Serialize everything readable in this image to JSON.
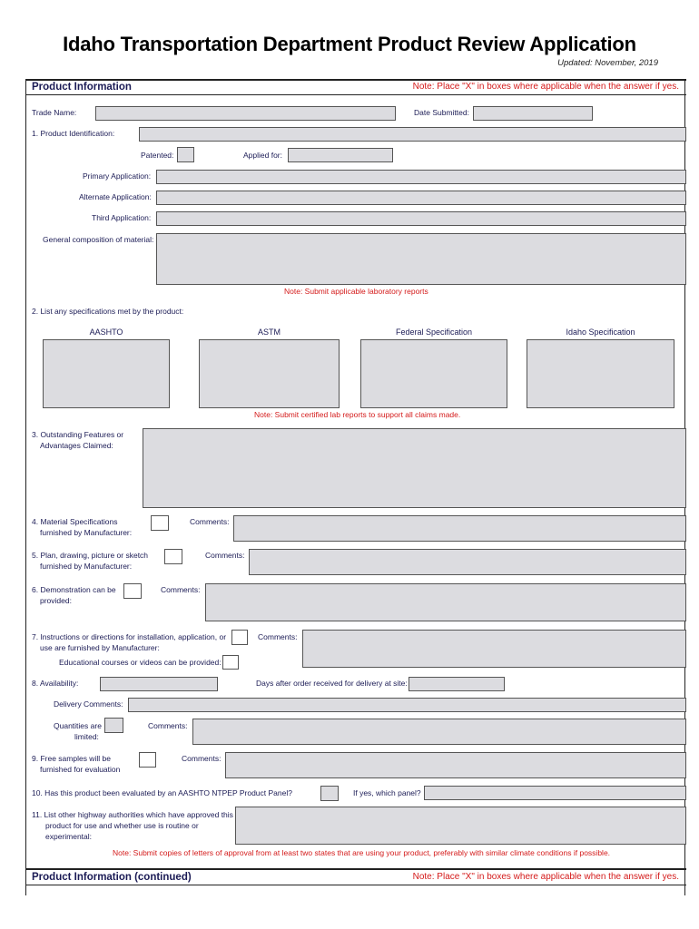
{
  "title": "Idaho Transportation Department Product Review Application",
  "updated": "Updated: November, 2019",
  "section1": {
    "heading": "Product Information",
    "note": "Note:  Place \"X\" in boxes where applicable when the answer if yes."
  },
  "fields": {
    "trade_name": "Trade Name:",
    "date_submitted": "Date Submitted:",
    "product_identification": "1. Product Identification:",
    "patented": "Patented:",
    "applied_for": "Applied for:",
    "primary_application": "Primary Application:",
    "alternate_application": "Alternate Application:",
    "third_application": "Third Application:",
    "general_composition": "General composition of material:",
    "note_lab_reports": "Note:  Submit applicable laboratory reports",
    "specifications_heading": "2. List any specifications met by the product:",
    "spec_columns": [
      "AASHTO",
      "ASTM",
      "Federal Specification",
      "Idaho Specification"
    ],
    "note_certified": "Note:  Submit certified lab reports to support all claims made.",
    "outstanding_features": [
      "3. Outstanding Features or",
      "Advantages Claimed:"
    ],
    "material_specs": [
      "4. Material Specifications",
      "furnished by Manufacturer:"
    ],
    "plan_drawing": [
      "5. Plan, drawing, picture or sketch",
      "furnished by Manufacturer:"
    ],
    "demonstration": [
      "6. Demonstration can be",
      "provided:"
    ],
    "instructions": [
      "7. Instructions or directions for installation, application, or",
      "use are furnished by Manufacturer:"
    ],
    "educational": "Educational courses or videos can be provided:",
    "comments": "Comments:",
    "availability": "8. Availability:",
    "days_after_order": "Days after order received for delivery at site:",
    "delivery_comments": "Delivery Comments:",
    "quantities": [
      "Quantities are",
      "limited:"
    ],
    "free_samples": [
      "9. Free samples will be",
      "furnished for evaluation"
    ],
    "ntpep": "10. Has this product been evaluated by an AASHTO NTPEP Product Panel?",
    "which_panel": "If yes, which panel?",
    "other_authorities": [
      "11. List other highway authorities which have approved this",
      "product for use and whether use is routine or",
      "experimental:"
    ],
    "note_letters": "Note:  Submit copies of letters of approval from at least two states that are using your product, preferably with similar climate conditions if possible."
  },
  "section2": {
    "heading": "Product Information (continued)",
    "note": "Note:  Place \"X\" in boxes where applicable when the answer if yes."
  }
}
